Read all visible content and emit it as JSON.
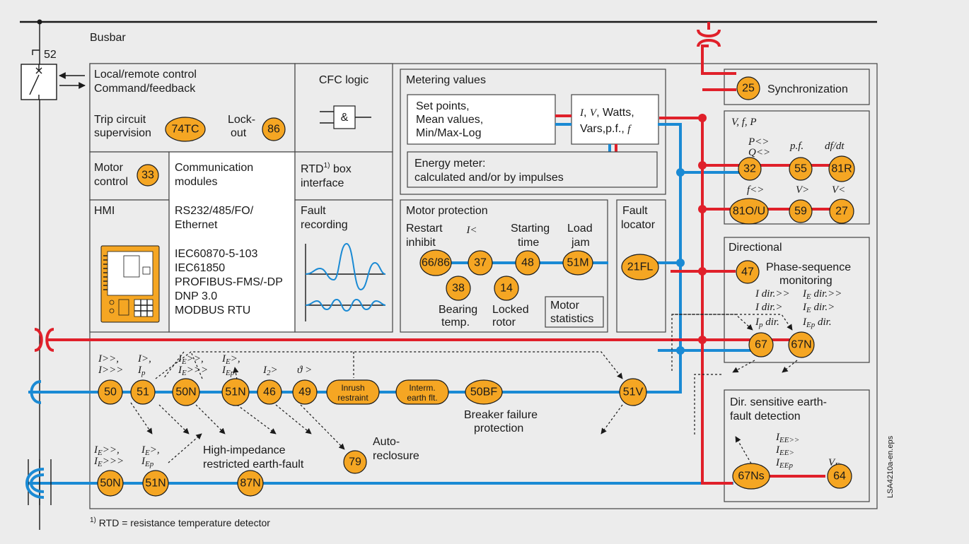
{
  "busbar": {
    "label": "Busbar",
    "breaker_no": "52"
  },
  "control": {
    "line1": "Local/remote control",
    "line2": "Command/feedback",
    "trip1": "Trip circuit",
    "trip2": "supervision",
    "trip_code": "74TC",
    "lock1": "Lock-",
    "lock2": "out",
    "lock_code": "86"
  },
  "cfc": {
    "title": "CFC logic",
    "gate": "&"
  },
  "motor_control": {
    "line1": "Motor",
    "line2": "control",
    "code": "33"
  },
  "comm": {
    "line1": "Communication",
    "line2": "modules",
    "items": [
      "RS232/485/FO/",
      "Ethernet",
      "IEC60870-5-103",
      "IEC61850",
      "PROFIBUS-FMS/-DP",
      "DNP 3.0",
      "MODBUS RTU"
    ]
  },
  "rtd": {
    "line1": "RTD",
    "sup": "1)",
    "line1b": " box",
    "line2": "interface"
  },
  "hmi": {
    "label": "HMI"
  },
  "fault_rec": {
    "line1": "Fault",
    "line2": "recording"
  },
  "metering": {
    "title": "Metering values",
    "set1": "Set points,",
    "set2": "Mean values,",
    "set3": "Min/Max-Log",
    "meas1": ", Watts,",
    "meas2": "Vars,p.f., ",
    "i": "I",
    "v": "V",
    "f": "f",
    "comma": ", ",
    "energy1": "Energy meter:",
    "energy2": "calculated and/or by impulses"
  },
  "motor_prot": {
    "title": "Motor protection",
    "restart1": "Restart",
    "restart2": "inhibit",
    "i_less": "I<",
    "start1": "Starting",
    "start2": "time",
    "load1": "Load",
    "load2": "jam",
    "bearing1": "Bearing",
    "bearing2": "temp.",
    "locked1": "Locked",
    "locked2": "rotor",
    "stats1": "Motor",
    "stats2": "statistics",
    "c6686": "66/86",
    "c37": "37",
    "c48": "48",
    "c51m": "51M",
    "c38": "38",
    "c14": "14"
  },
  "fault_loc": {
    "line1": "Fault",
    "line2": "locator",
    "code": "21FL"
  },
  "sync": {
    "code": "25",
    "label": "Synchronization"
  },
  "vfp": {
    "title": "V, f, P",
    "p": "P<>",
    "q": "Q<>",
    "pf": "p.f.",
    "dfdt": "df/dt",
    "f": "f<>",
    "vg": "V>",
    "vl": "V<",
    "c32": "32",
    "c55": "55",
    "c81r": "81R",
    "c81ou": "81O/U",
    "c59": "59",
    "c27": "27"
  },
  "directional": {
    "title": "Directional",
    "c47": "47",
    "phase1": "Phase-sequence",
    "phase2": "monitoring",
    "i1": "I dir.>>",
    "i2": "I dir.>",
    "ie1": "I",
    "ie1s": "E",
    "ie1t": " dir.>>",
    "ie2t": " dir.>",
    "ip": "p",
    "ipt": " dir.",
    "iep": "Ep",
    "c67": "67",
    "c67n": "67N"
  },
  "earth": {
    "line1": "Dir. sensitive earth-",
    "line2": "fault detection",
    "iee1": "EE>>",
    "iee2": "EE>",
    "iee3": "EEp",
    "ve": "E>",
    "c67ns": "67Ns",
    "c64": "64"
  },
  "row1": {
    "c50": "50",
    "c51": "51",
    "c50n": "50N",
    "c51n": "51N",
    "c46": "46",
    "c49": "49",
    "inrush1": "Inrush",
    "inrush2": "restraint",
    "interm1": "Interm.",
    "interm2": "earth flt.",
    "c50bf": "50BF",
    "c51v": "51V",
    "bf1": "Breaker failure",
    "bf2": "protection",
    "t50a": ">>,",
    "t50b": ">>>",
    "t51a": ">,",
    "t51b": "p",
    "te": "E",
    "tep": "Ep",
    "t2": "2",
    "theta": "ϑ >"
  },
  "row2": {
    "c50n": "50N",
    "c51n": "51N",
    "c87n": "87N",
    "c79": "79",
    "hi1": "High-impedance",
    "hi2": "restricted earth-fault",
    "ar1": "Auto-",
    "ar2": "reclosure"
  },
  "footnote": {
    "sup": "1)",
    "text": " RTD = resistance temperature detector"
  },
  "side_code": "LSA4210a-en.eps",
  "colors": {
    "red": "#e0202a",
    "blue": "#1a8ad4",
    "orange": "#f5a623",
    "background": "#ececec"
  }
}
